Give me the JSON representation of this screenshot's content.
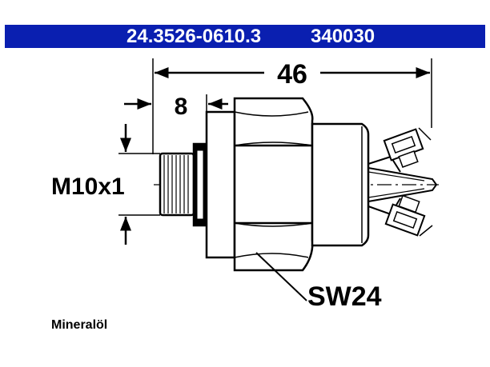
{
  "header": {
    "part_number": "24.3526-0610.3",
    "ref_number": "340030",
    "background": "#0a1fb0",
    "text_color": "#ffffff"
  },
  "dimensions": {
    "overall_length": "46",
    "thread_length": "8",
    "thread": "M10x1",
    "wrench_size": "SW24"
  },
  "note": "Mineralöl"
}
